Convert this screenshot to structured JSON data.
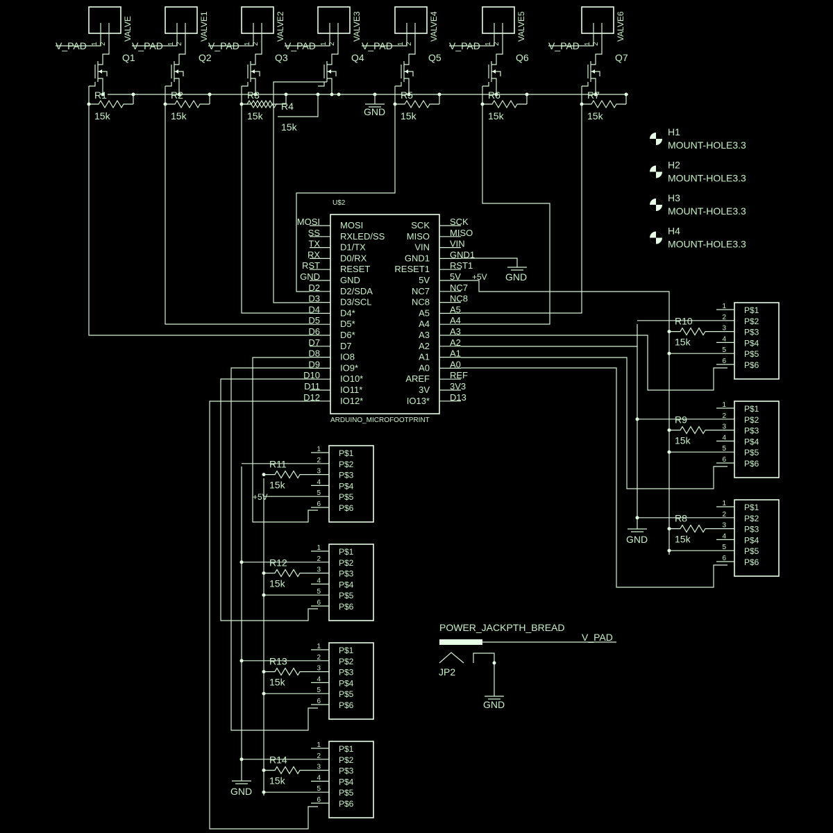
{
  "valves": [
    {
      "name": "VALVE",
      "q": "Q1",
      "r": "R1",
      "rval": "15k"
    },
    {
      "name": "VALVE1",
      "q": "Q2",
      "r": "R2",
      "rval": "15k"
    },
    {
      "name": "VALVE2",
      "q": "Q3",
      "r": "R3",
      "rval": "15k"
    },
    {
      "name": "VALVE3",
      "q": "Q4",
      "r": "R4",
      "rval": "15k"
    },
    {
      "name": "VALVE4",
      "q": "Q5",
      "r": "R5",
      "rval": "15k"
    },
    {
      "name": "VALVE5",
      "q": "Q6",
      "r": "R6",
      "rval": "15k"
    },
    {
      "name": "VALVE6",
      "q": "Q7",
      "r": "R7",
      "rval": "15k"
    }
  ],
  "pins12": [
    "1",
    "2"
  ],
  "vpad": "V_PAD",
  "gnd": "GND",
  "plus5v": "+5V",
  "mcu": {
    "name": "U$2",
    "value": "ARDUINO_MICROFOOTPRINT",
    "left_inner": [
      "MOSI",
      "RXLED/SS",
      "D1/TX",
      "D0/RX",
      "RESET",
      "GND",
      "D2/SDA",
      "D3/SCL",
      "D4*",
      "D5*",
      "D6*",
      "D7",
      "IO8",
      "IO9*",
      "IO10*",
      "IO11*",
      "IO12*"
    ],
    "left_outer": [
      "MOSI",
      "SS",
      "TX",
      "RX",
      "RST",
      "GND",
      "D2",
      "D3",
      "D4",
      "D5",
      "D6",
      "D7",
      "D8",
      "D9",
      "D10",
      "D11",
      "D12"
    ],
    "right_inner": [
      "SCK",
      "MISO",
      "VIN",
      "GND1",
      "RESET1",
      "5V",
      "NC7",
      "NC8",
      "A5",
      "A4",
      "A3",
      "A2",
      "A1",
      "A0",
      "AREF",
      "3V",
      "IO13*"
    ],
    "right_outer": [
      "SCK",
      "MISO",
      "VIN",
      "GND1",
      "RST1",
      "5V",
      "NC7",
      "NC8",
      "A5",
      "A4",
      "A3",
      "A2",
      "A1",
      "A0",
      "REF",
      "3V3",
      "D13"
    ]
  },
  "mount_holes": [
    {
      "name": "H1",
      "value": "MOUNT-HOLE3.3"
    },
    {
      "name": "H2",
      "value": "MOUNT-HOLE3.3"
    },
    {
      "name": "H3",
      "value": "MOUNT-HOLE3.3"
    },
    {
      "name": "H4",
      "value": "MOUNT-HOLE3.3"
    }
  ],
  "connectors_right": [
    {
      "r": "R10",
      "rval": "15k"
    },
    {
      "r": "R9",
      "rval": "15k"
    },
    {
      "r": "R8",
      "rval": "15k"
    }
  ],
  "connectors_left": [
    {
      "r": "R11",
      "rval": "15k"
    },
    {
      "r": "R12",
      "rval": "15k"
    },
    {
      "r": "R13",
      "rval": "15k"
    },
    {
      "r": "R14",
      "rval": "15k"
    }
  ],
  "conn_pins": [
    "1",
    "2",
    "3",
    "4",
    "5",
    "6"
  ],
  "conn_pads": [
    "P$1",
    "P$2",
    "P$3",
    "P$4",
    "P$5",
    "P$6"
  ],
  "power": {
    "name": "POWER_JACKPTH_BREAD",
    "ref": "JP2"
  }
}
